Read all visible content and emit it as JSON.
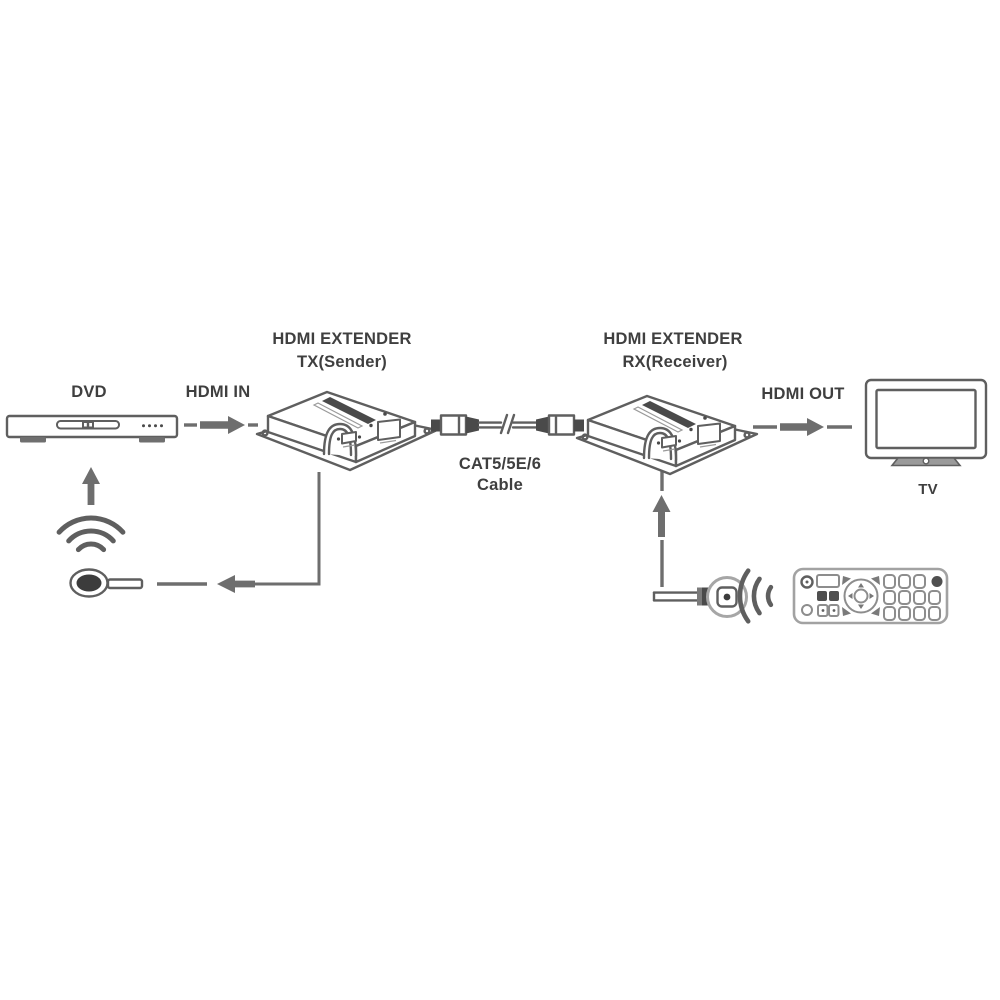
{
  "labels": {
    "dvd": "DVD",
    "hdmi_in": "HDMI IN",
    "tx_title": "HDMI EXTENDER",
    "tx_subtitle": "TX(Sender)",
    "rx_title": "HDMI EXTENDER",
    "rx_subtitle": "RX(Receiver)",
    "hdmi_out": "HDMI OUT",
    "cable_type": "CAT5/5E/6",
    "cable_word": "Cable",
    "tv": "TV"
  },
  "icons": {
    "source": "dvd-player-icon",
    "sender": "hdmi-extender-tx-icon",
    "link": "cat5-cable-icon",
    "receiver": "hdmi-extender-rx-icon",
    "display": "tv-icon",
    "ir_blaster": "ir-emitter-icon",
    "ir_eye": "ir-receiver-icon",
    "remote": "remote-control-icon",
    "signal": "ir-waves-icon",
    "flow": "arrow-icon"
  },
  "colors": {
    "line": "#5f5f5f",
    "arrow": "#6e6e6e",
    "dark": "#4a4a4a",
    "text": "#3f3f3f",
    "light": "#a6a6a6",
    "bg": "#ffffff"
  }
}
